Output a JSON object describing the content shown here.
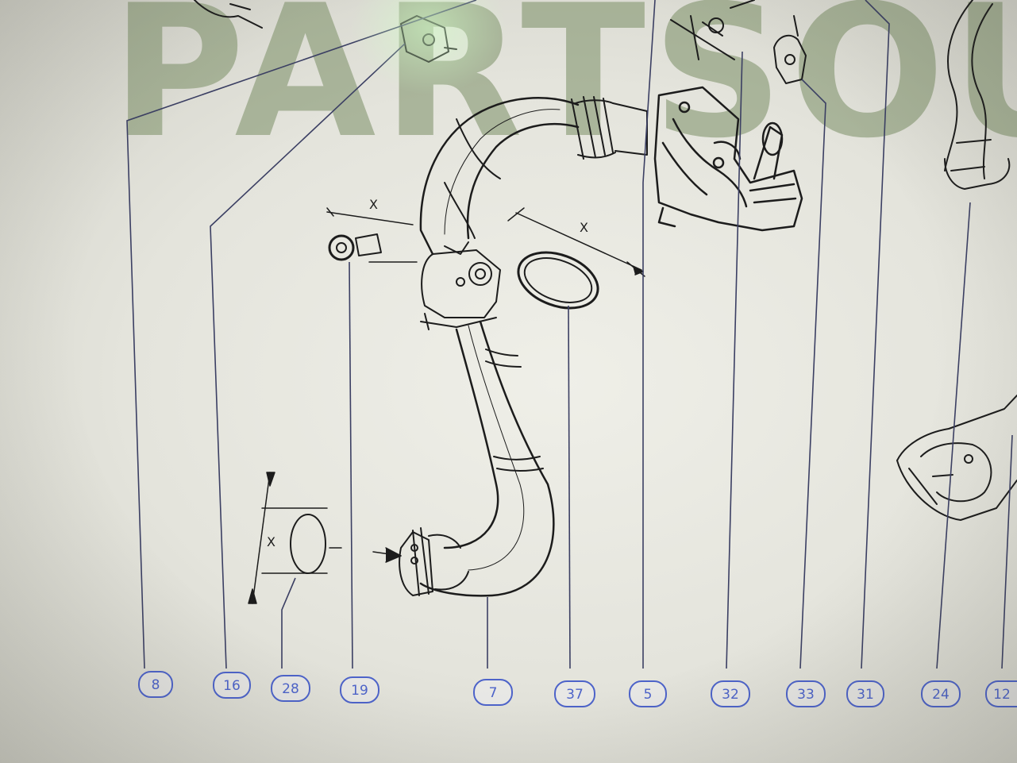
{
  "watermark": "PARTSOU",
  "dimension_mark": "X",
  "callouts": [
    "8",
    "16",
    "28",
    "19",
    "7",
    "37",
    "5",
    "32",
    "33",
    "31",
    "24",
    "12"
  ],
  "colors": {
    "background": "#e6e6de",
    "line": "#1c1c1c",
    "leader": "#3b3f63",
    "callout": "#4d63c9",
    "watermark": "#7b8f66"
  }
}
